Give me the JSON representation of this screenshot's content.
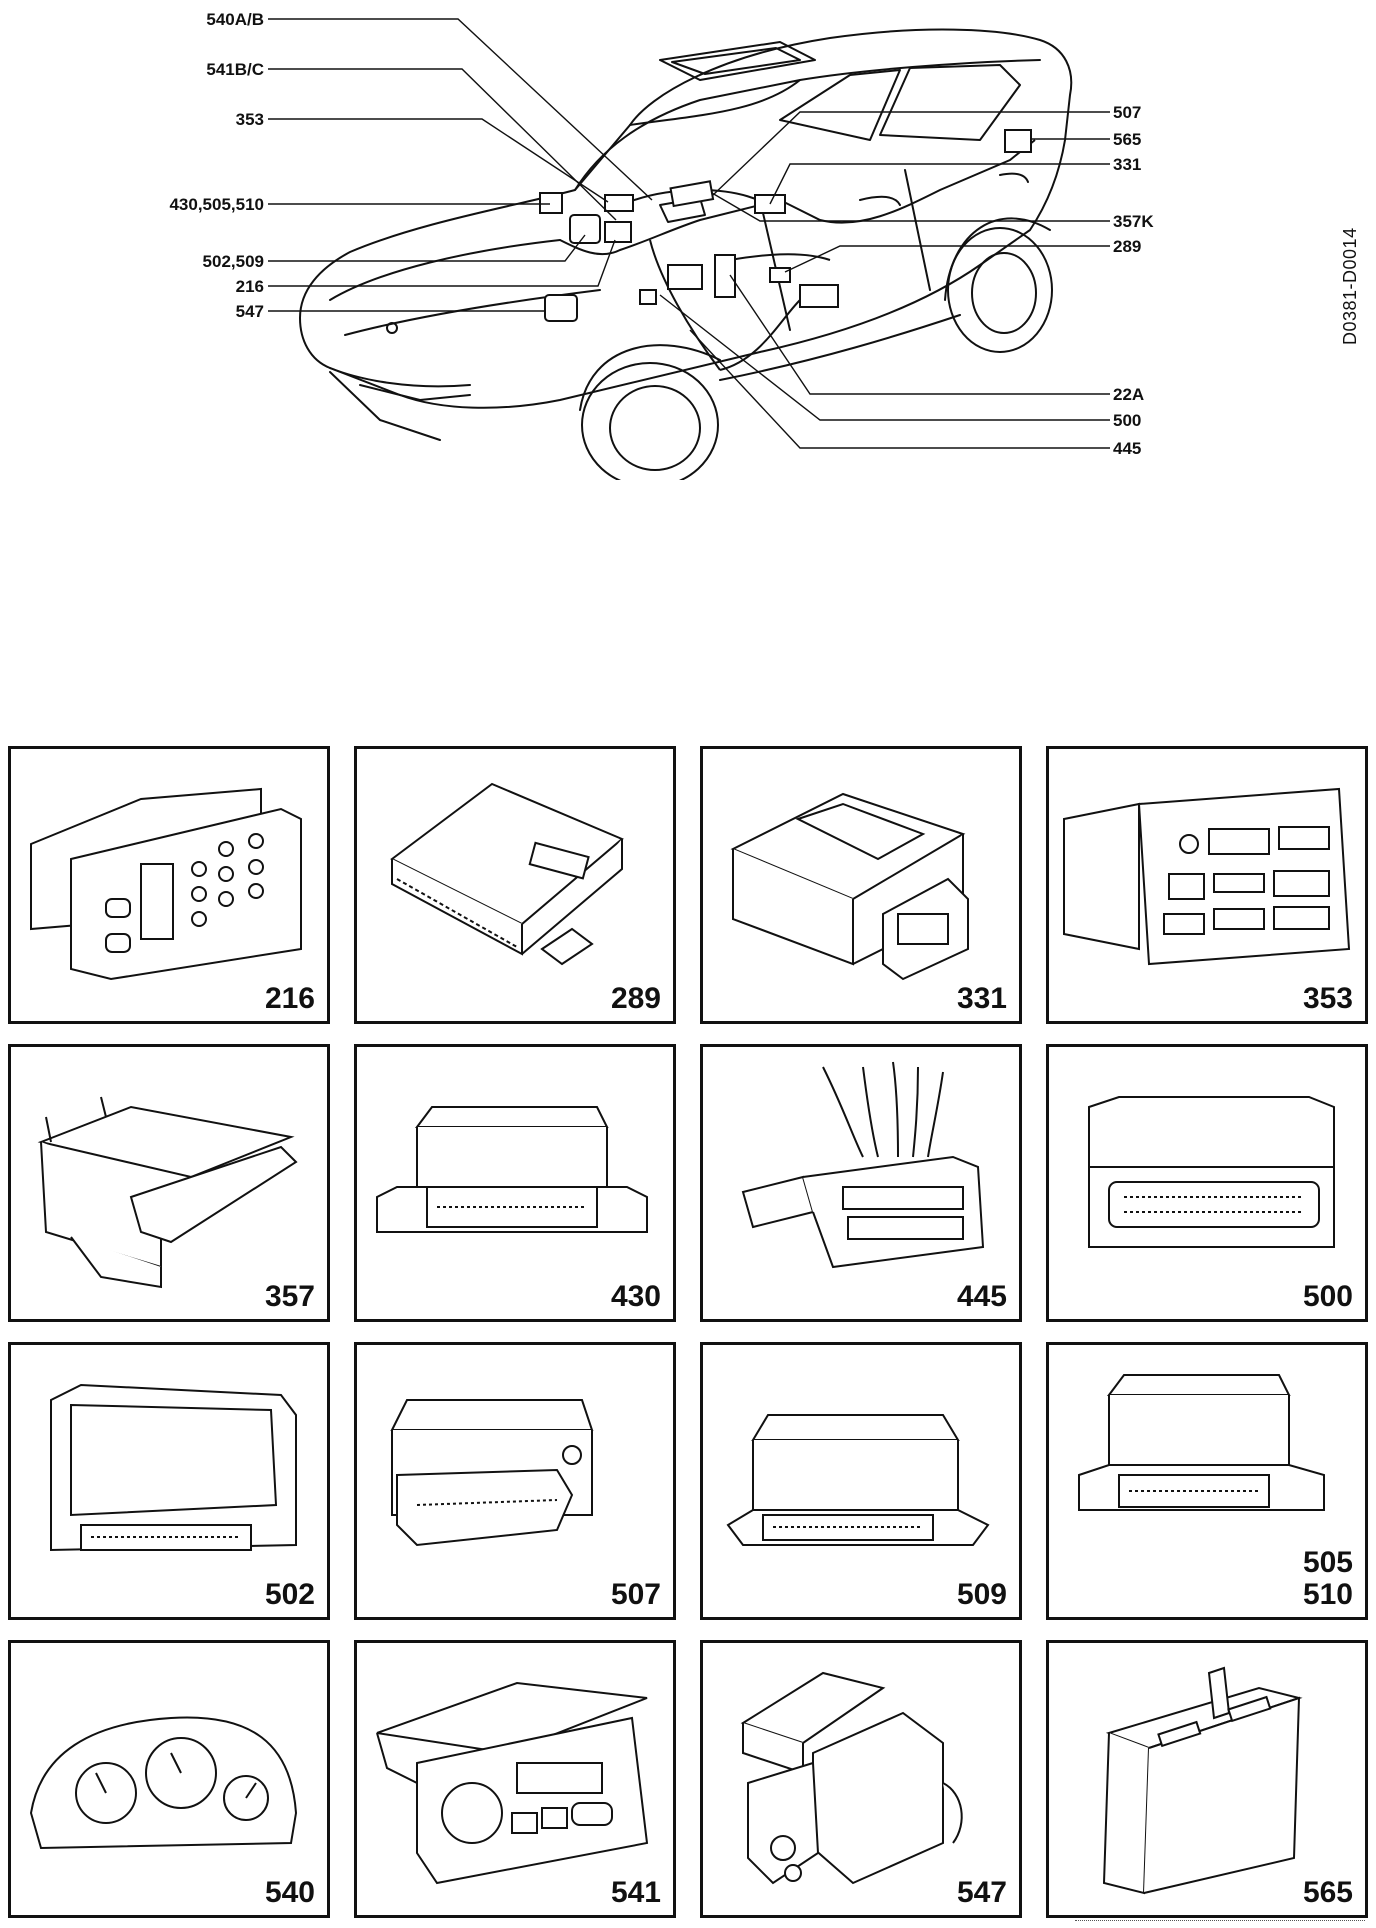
{
  "overview": {
    "drawing_id": "D0381-D0014",
    "left_callouts": [
      "540A/B",
      "541B/C",
      "353",
      "430,505,510",
      "502,509",
      "216",
      "547"
    ],
    "right_callouts": [
      "507",
      "565",
      "331",
      "357K",
      "289",
      "22A",
      "500",
      "445"
    ]
  },
  "components": [
    {
      "id": "216",
      "lines": [
        "216"
      ]
    },
    {
      "id": "289",
      "lines": [
        "289"
      ]
    },
    {
      "id": "331",
      "lines": [
        "331"
      ]
    },
    {
      "id": "353",
      "lines": [
        "353"
      ]
    },
    {
      "id": "357",
      "lines": [
        "357"
      ]
    },
    {
      "id": "430",
      "lines": [
        "430"
      ]
    },
    {
      "id": "445",
      "lines": [
        "445"
      ]
    },
    {
      "id": "500",
      "lines": [
        "500"
      ]
    },
    {
      "id": "502",
      "lines": [
        "502"
      ]
    },
    {
      "id": "507",
      "lines": [
        "507"
      ]
    },
    {
      "id": "509",
      "lines": [
        "509"
      ]
    },
    {
      "id": "505-510",
      "lines": [
        "505",
        "510"
      ]
    },
    {
      "id": "540",
      "lines": [
        "540"
      ]
    },
    {
      "id": "541",
      "lines": [
        "541"
      ]
    },
    {
      "id": "547",
      "lines": [
        "547"
      ]
    },
    {
      "id": "565",
      "lines": [
        "565"
      ]
    }
  ]
}
